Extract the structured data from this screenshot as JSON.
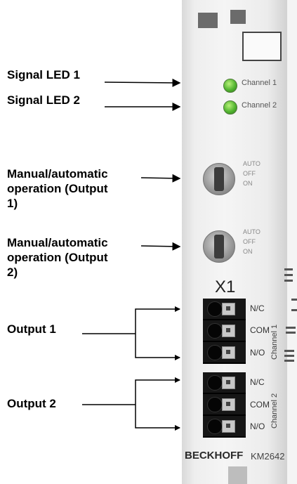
{
  "callouts": {
    "signal_led_1": "Signal LED 1",
    "signal_led_2": "Signal LED 2",
    "manual_1_line1": "Manual/automatic",
    "manual_1_line2": "operation (Output",
    "manual_1_line3": "1)",
    "manual_2_line1": "Manual/automatic",
    "manual_2_line2": "operation (Output",
    "manual_2_line3": "2)",
    "output_1": "Output 1",
    "output_2": "Output 2"
  },
  "module": {
    "led_1_label": "Channel 1",
    "led_2_label": "Channel 2",
    "switch_1": {
      "auto": "AUTO",
      "off": "OFF",
      "on": "ON"
    },
    "switch_2": {
      "auto": "AUTO",
      "off": "OFF",
      "on": "ON"
    },
    "connector": "X1",
    "channel_1_terminals": [
      "N/C",
      "COM",
      "N/O"
    ],
    "channel_2_terminals": [
      "N/C",
      "COM",
      "N/O"
    ],
    "channel_1_label": "Channel 1",
    "channel_2_label": "Channel 2",
    "brand": "BECKHOFF",
    "model": "KM2642"
  },
  "colors": {
    "led_green": "#52b530",
    "terminal_black": "#161616"
  }
}
